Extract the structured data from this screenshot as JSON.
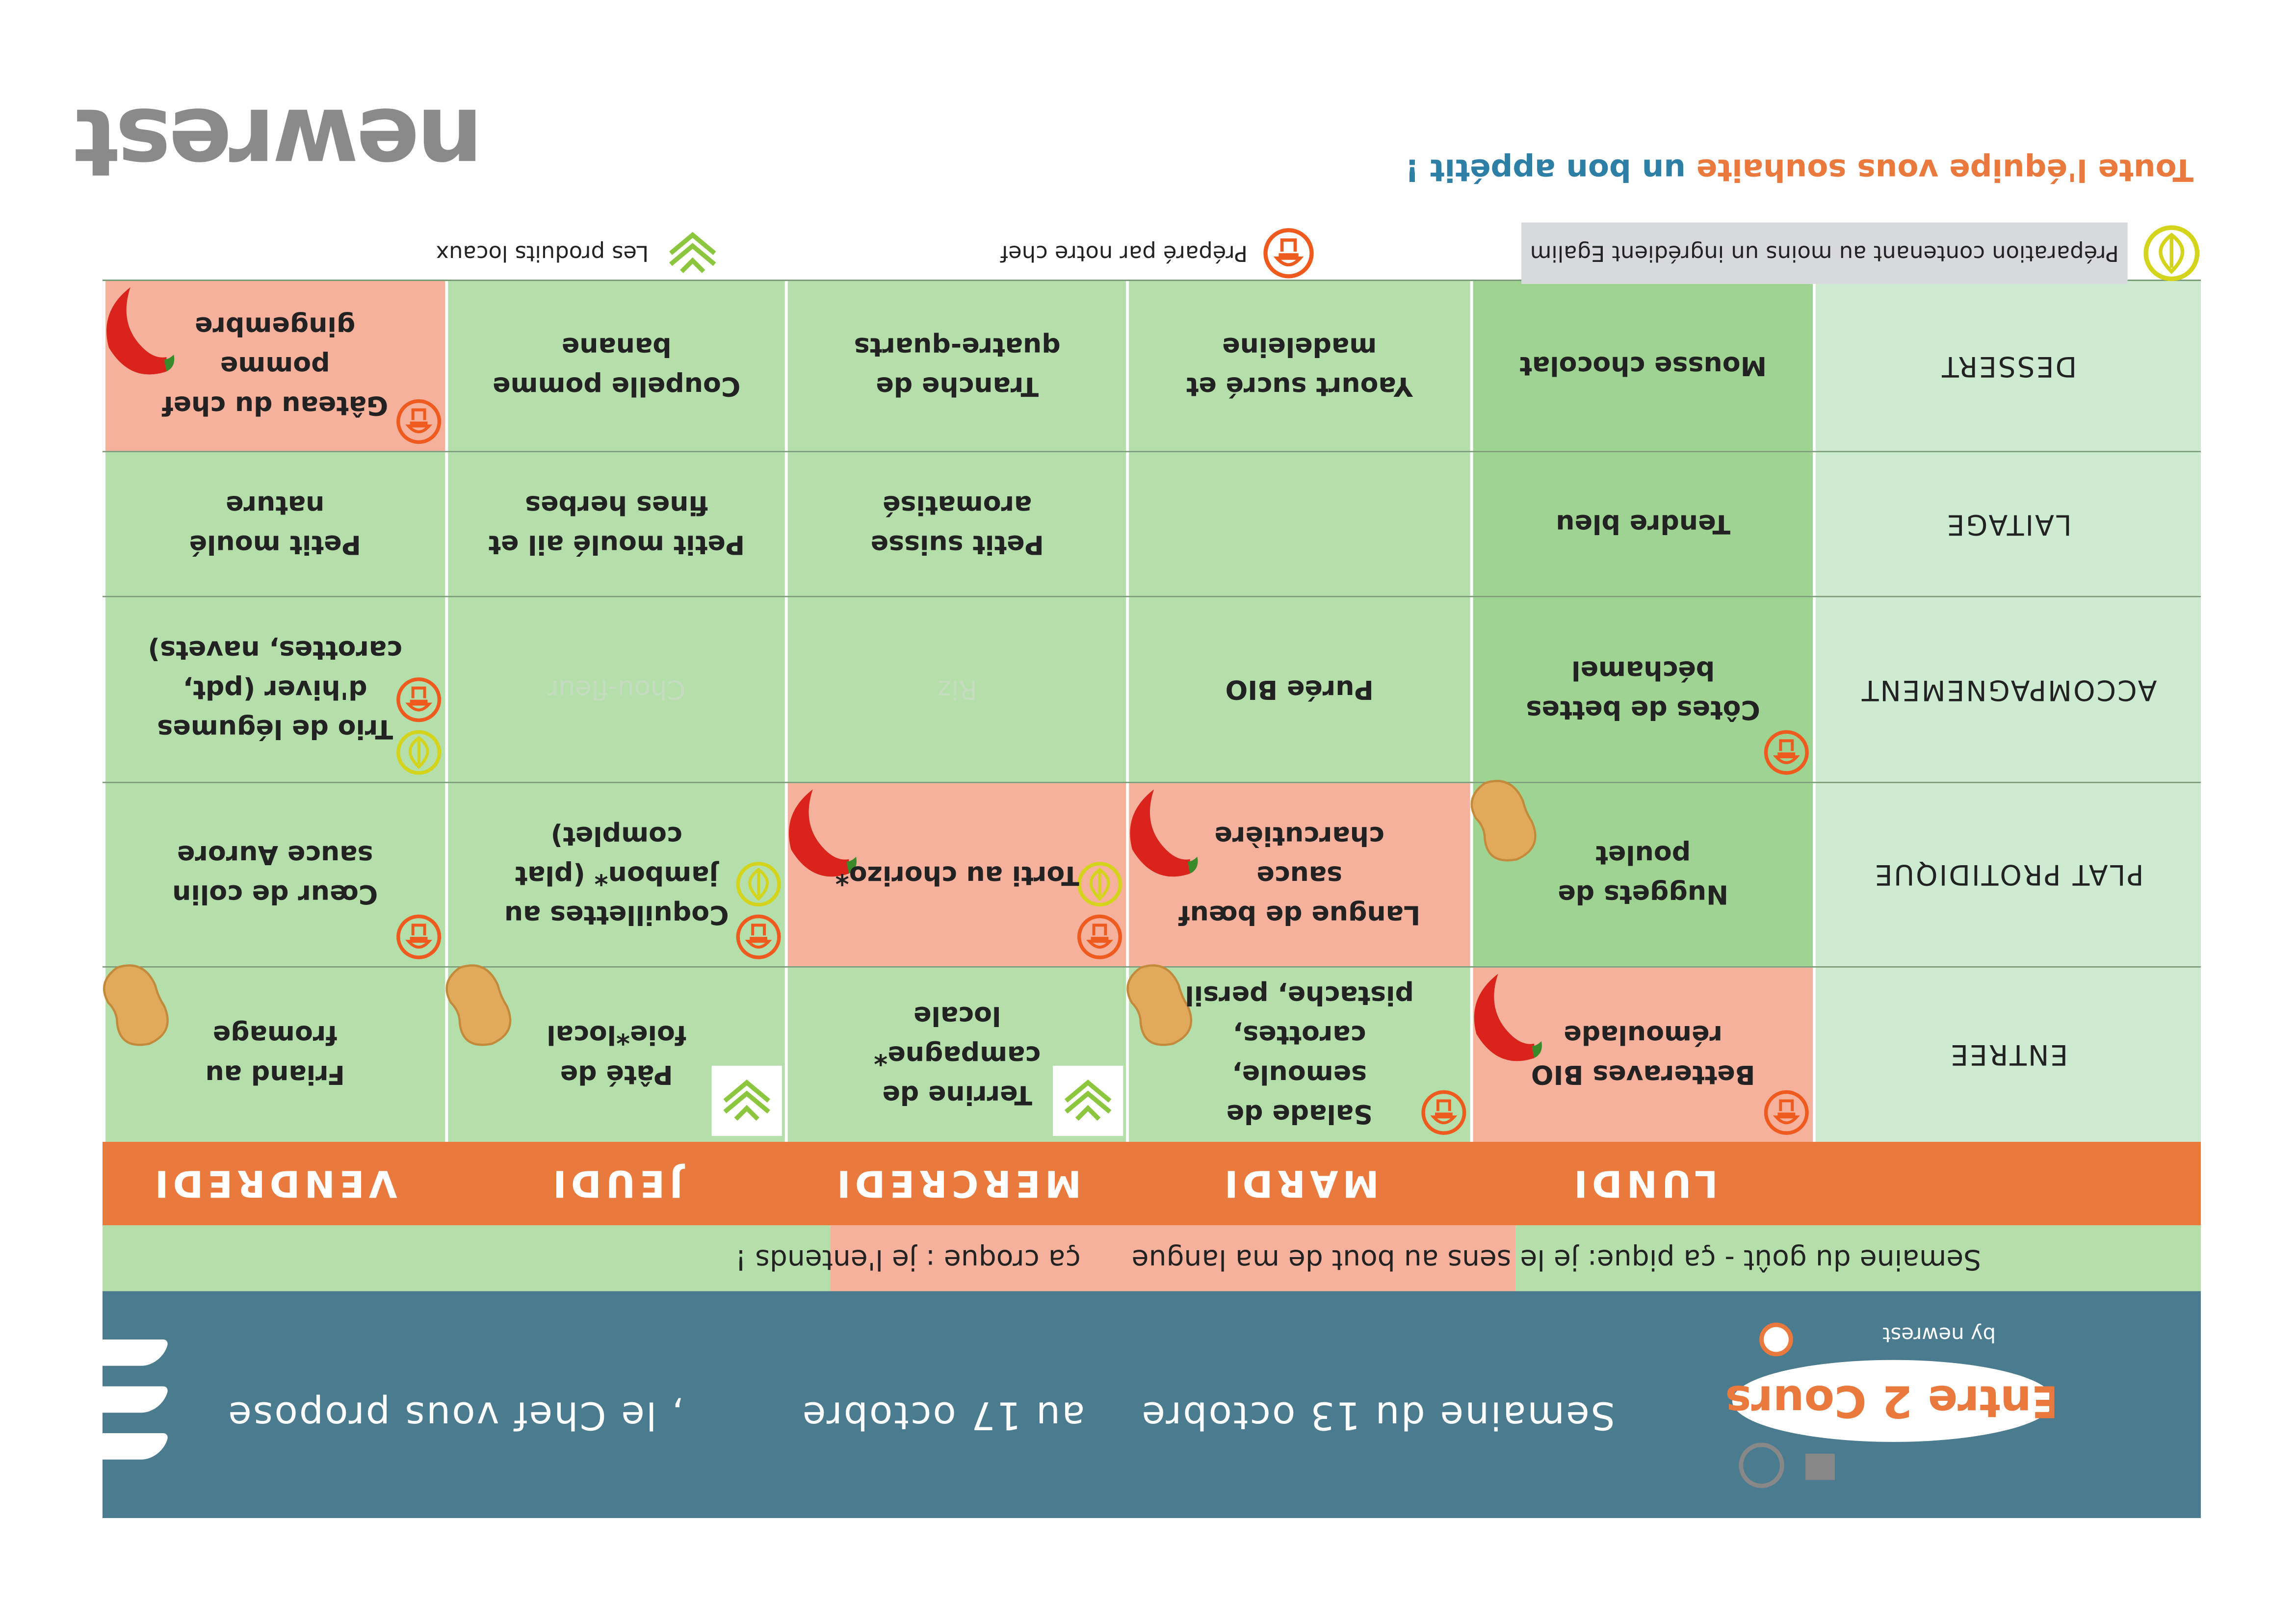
{
  "header": {
    "week_from": "Semaine du 13 octobre",
    "week_to": "au 17 octobre",
    "chef_text": ", le Chef vous propose",
    "logo_title": "Entre 2 Cours",
    "logo_by": "by newrest"
  },
  "theme": {
    "part1": "Semaine du goût - ça pique: je le sens au bout de ma langue",
    "part2": "ça croque : je l'entends !"
  },
  "days": [
    "LUNDI",
    "MARDI",
    "MERCREDI",
    "JEUDI",
    "VENDREDI"
  ],
  "rows": [
    {
      "label": "ENTREE",
      "cells": [
        {
          "text": "Betteraves BIO rémoulade",
          "bg": "salmon",
          "icons": [
            "chef"
          ],
          "pepper": true
        },
        {
          "text": "Salade de semoule, carottes, pistache, persil",
          "bg": "green",
          "icons": [
            "chef"
          ],
          "peanut": true
        },
        {
          "text": "Terrine de campagne* locale",
          "bg": "green",
          "icons": [
            "local"
          ]
        },
        {
          "text": "Pâté de foie*local",
          "bg": "green",
          "icons": [
            "local"
          ],
          "peanut": true
        },
        {
          "text": "Friand au fromage",
          "bg": "green",
          "icons": [],
          "peanut": true
        }
      ]
    },
    {
      "label": "PLAT PROTIDIQUE",
      "cells": [
        {
          "text": "Nuggets de poulet",
          "bg": "dark",
          "icons": [],
          "peanut": true
        },
        {
          "text": "Langue de bœuf sauce charcutière",
          "bg": "salmon",
          "icons": [],
          "pepper": true
        },
        {
          "text": "Torti au chorizo*",
          "bg": "salmon",
          "icons": [
            "chef",
            "egalim"
          ],
          "pepper": true
        },
        {
          "text": "Coquillettes au jambon* (plat complet)",
          "bg": "green",
          "icons": [
            "chef",
            "egalim"
          ]
        },
        {
          "text": "Cœur de colin sauce Aurore",
          "bg": "green",
          "icons": [
            "chef"
          ]
        }
      ]
    },
    {
      "label": "ACCOMPAGNEMENT",
      "cells": [
        {
          "text": "Côtes de bettes béchamel",
          "bg": "dark",
          "icons": [
            "chef"
          ]
        },
        {
          "text": "Purée BIO",
          "bg": "green",
          "icons": []
        },
        {
          "text": "Riz",
          "bg": "green",
          "icons": [],
          "faded": true
        },
        {
          "text": "Chou-fleur",
          "bg": "green",
          "icons": [],
          "faded": true
        },
        {
          "text": "Trio de légumes d'hiver (pdt, carottes, navets)",
          "bg": "green",
          "icons": [
            "egalim",
            "chef"
          ]
        }
      ]
    },
    {
      "label": "LAITAGE",
      "cells": [
        {
          "text": "Tendre bleu",
          "bg": "dark",
          "icons": []
        },
        {
          "text": "",
          "bg": "green",
          "icons": []
        },
        {
          "text": "Petit suisse aromatisé",
          "bg": "green",
          "icons": []
        },
        {
          "text": "Petit moulé ail et fines herbes",
          "bg": "green",
          "icons": []
        },
        {
          "text": "Petit moulé nature",
          "bg": "green",
          "icons": []
        }
      ]
    },
    {
      "label": "DESSERT",
      "cells": [
        {
          "text": "Mousse chocolat",
          "bg": "dark",
          "icons": []
        },
        {
          "text": "Yaourt sucré et madeleine",
          "bg": "green",
          "icons": []
        },
        {
          "text": "Tranche de quatre-quarts",
          "bg": "green",
          "icons": []
        },
        {
          "text": "Coupelle pomme banane",
          "bg": "green",
          "icons": []
        },
        {
          "text": "Gâteau du chef pomme gingembre",
          "bg": "salmon",
          "icons": [
            "chef"
          ],
          "pepper": true
        }
      ]
    }
  ],
  "legend": {
    "egalim": "Préparation contenant au moins un ingrédient Egalim",
    "chef": "Préparé par notre chef",
    "local": "Les produits locaux"
  },
  "footer": {
    "wish_part1": "Toute l'équipe vous souhaite",
    "wish_part2": "un bon appétit !",
    "brand": "newrest"
  },
  "colors": {
    "green": "#b4deaa",
    "dark": "#9fd392",
    "salmon": "#f6b19c",
    "orange": "#e9793d",
    "blue": "#4b7b8e",
    "egalim": "#d4d41c",
    "chef": "#ef5a1e",
    "local": "#8cc63f"
  }
}
